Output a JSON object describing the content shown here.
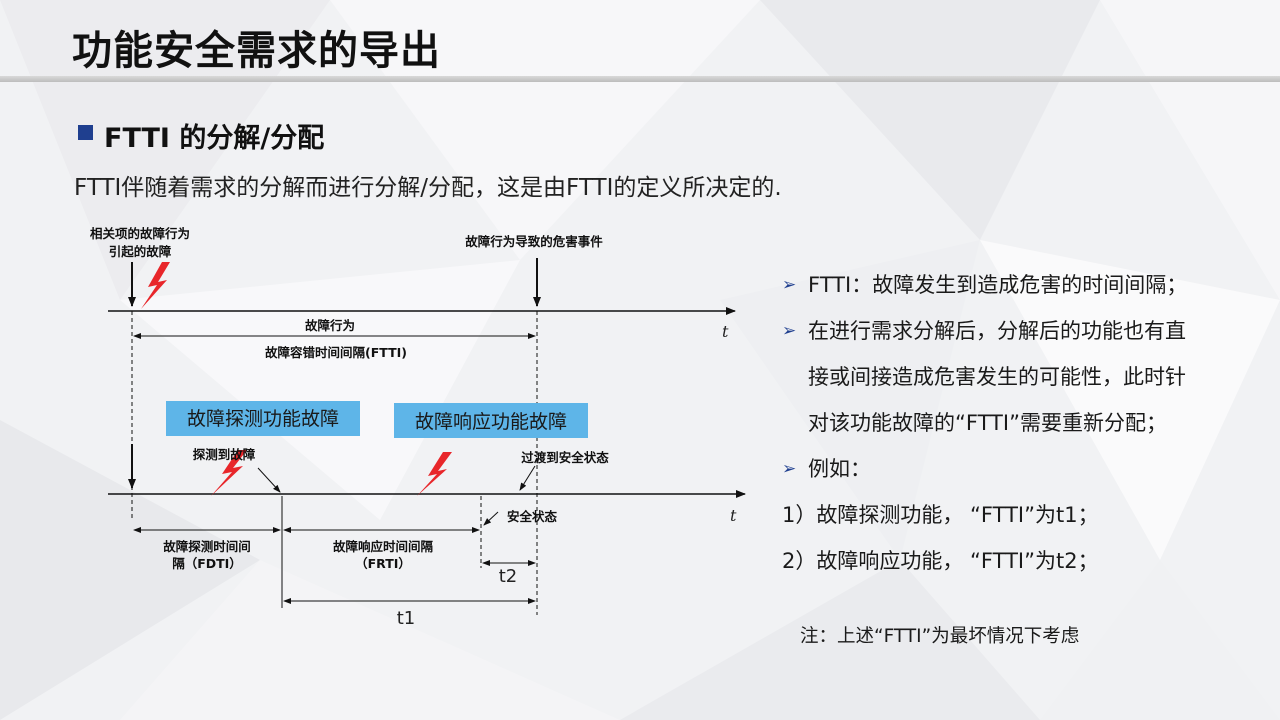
{
  "slide": {
    "title": "功能安全需求的导出",
    "section_title": "FTTI 的分解/分配",
    "intro": "FTTI伴随着需求的分解而进行分解/分配，这是由FTTI的定义所决定的."
  },
  "diagram": {
    "fault_caused_l1": "相关项的故障行为",
    "fault_caused_l2": "引起的故障",
    "hazard_event": "故障行为导致的危害事件",
    "t_label_top": "t",
    "fault_behavior": "故障行为",
    "ftti_label": "故障容错时间间隔(FTTI)",
    "box_detect": "故障探测功能故障",
    "box_response": "故障响应功能故障",
    "detected": "探测到故障",
    "transition_safe": "过渡到安全状态",
    "safe_state": "安全状态",
    "t_label_bottom": "t",
    "fdti_l1": "故障探测时间间",
    "fdti_l2": "隔（FDTI）",
    "frti_l1": "故障响应时间间隔",
    "frti_l2": "（FRTI）",
    "t2": "t2",
    "t1": "t1"
  },
  "bullets": {
    "b1": "FTTI：故障发生到造成危害的时间间隔；",
    "b2_l1": "在进行需求分解后，分解后的功能也有直",
    "b2_l2": "接或间接造成危害发生的可能性，此时针",
    "b2_l3": "对该功能故障的“FTTI”需要重新分配；",
    "b3": "例如：",
    "b4": "1）故障探测功能，  “FTTI”为t1；",
    "b5": "2）故障响应功能，  “FTTI”为t2；",
    "note": "注：上述“FTTI”为最坏情况下考虑"
  },
  "colors": {
    "accent": "#1f3f8f",
    "lightning": "#e8262a",
    "info_box": "#5eb5e8"
  },
  "icons": {
    "bullet_marker": "square-bullet-icon",
    "list_arrow": "arrowhead-bullet-icon",
    "fault": "lightning-icon"
  }
}
